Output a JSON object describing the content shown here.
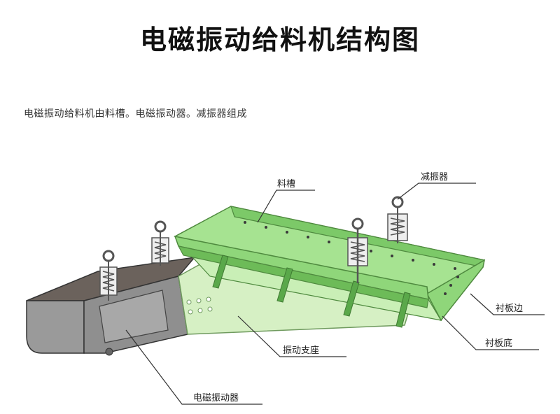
{
  "title": "电磁振动给料机结构图",
  "description": "电磁振动给料机由料槽。电磁振动器。减振器组成",
  "labels": {
    "trough": "料槽",
    "damper": "减振器",
    "liner_side": "衬板边",
    "liner_bottom": "衬板底",
    "vibration_base": "振动支座",
    "vibrator": "电磁振动器"
  },
  "colors": {
    "trough_green": "#8fd67a",
    "trough_dark": "#5aa84a",
    "vibrator_gray": "#8c8c8c",
    "vibrator_dark": "#5f5a55"
  }
}
